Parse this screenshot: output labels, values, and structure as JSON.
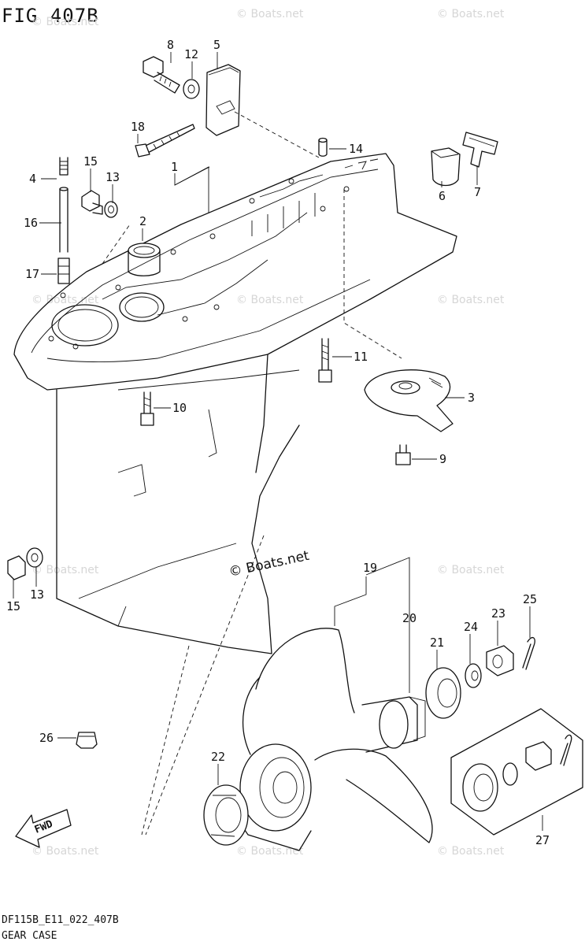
{
  "figure": {
    "title": "FIG 407B",
    "code": "DF115B_E11_022_407B",
    "caption": "GEAR CASE"
  },
  "watermarks": {
    "text": "© Boats.net",
    "center_text": "© Boats.net"
  },
  "callouts": [
    "8",
    "12",
    "5",
    "18",
    "14",
    "4",
    "15",
    "13",
    "1",
    "6",
    "7",
    "16",
    "2",
    "17",
    "11",
    "3",
    "10",
    "9",
    "15",
    "13",
    "19",
    "20",
    "25",
    "23",
    "24",
    "21",
    "26",
    "22",
    "27"
  ],
  "fwd_label": "FWD"
}
